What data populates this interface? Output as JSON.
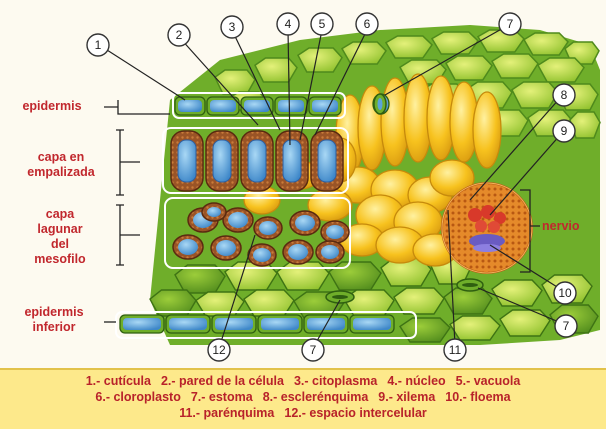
{
  "side_labels": {
    "epidermis": "epidermis",
    "capa_empalizada": [
      "capa en",
      "empalizada"
    ],
    "capa_lagunar": [
      "capa",
      "lagunar",
      "del",
      "mesofilo"
    ],
    "epidermis_inferior": [
      "epidermis",
      "inferior"
    ],
    "nervio": "nervio"
  },
  "numbers": [
    "1",
    "2",
    "3",
    "4",
    "5",
    "6",
    "7",
    "8",
    "9",
    "10",
    "7",
    "11",
    "12",
    "7"
  ],
  "legend": {
    "row1": [
      "1.- cutícula",
      "2.- pared de la célula",
      "3.- citoplasma",
      "4.- núcleo",
      "5.- vacuola"
    ],
    "row2": [
      "6.- cloroplasto",
      "7.- estoma",
      "8.- esclerénquima",
      "9.- xilema",
      "10.- floema"
    ],
    "row3": [
      "11.- parénquima",
      "12.- espacio intercelular"
    ]
  },
  "colors": {
    "background": "#fdfaf0",
    "legend_bg": "#fde98b",
    "label_red": "#c1272d",
    "leaf_green_light": "#b9d83a",
    "leaf_green_dark": "#5f9f22",
    "spongy_yellow": "#f7c21e",
    "vacuole_blue": "#5aa3d9",
    "cell_wall_brown": "#8a4a22",
    "xylem_red": "#d8392a",
    "phloem_purple": "#6a5bc2"
  }
}
